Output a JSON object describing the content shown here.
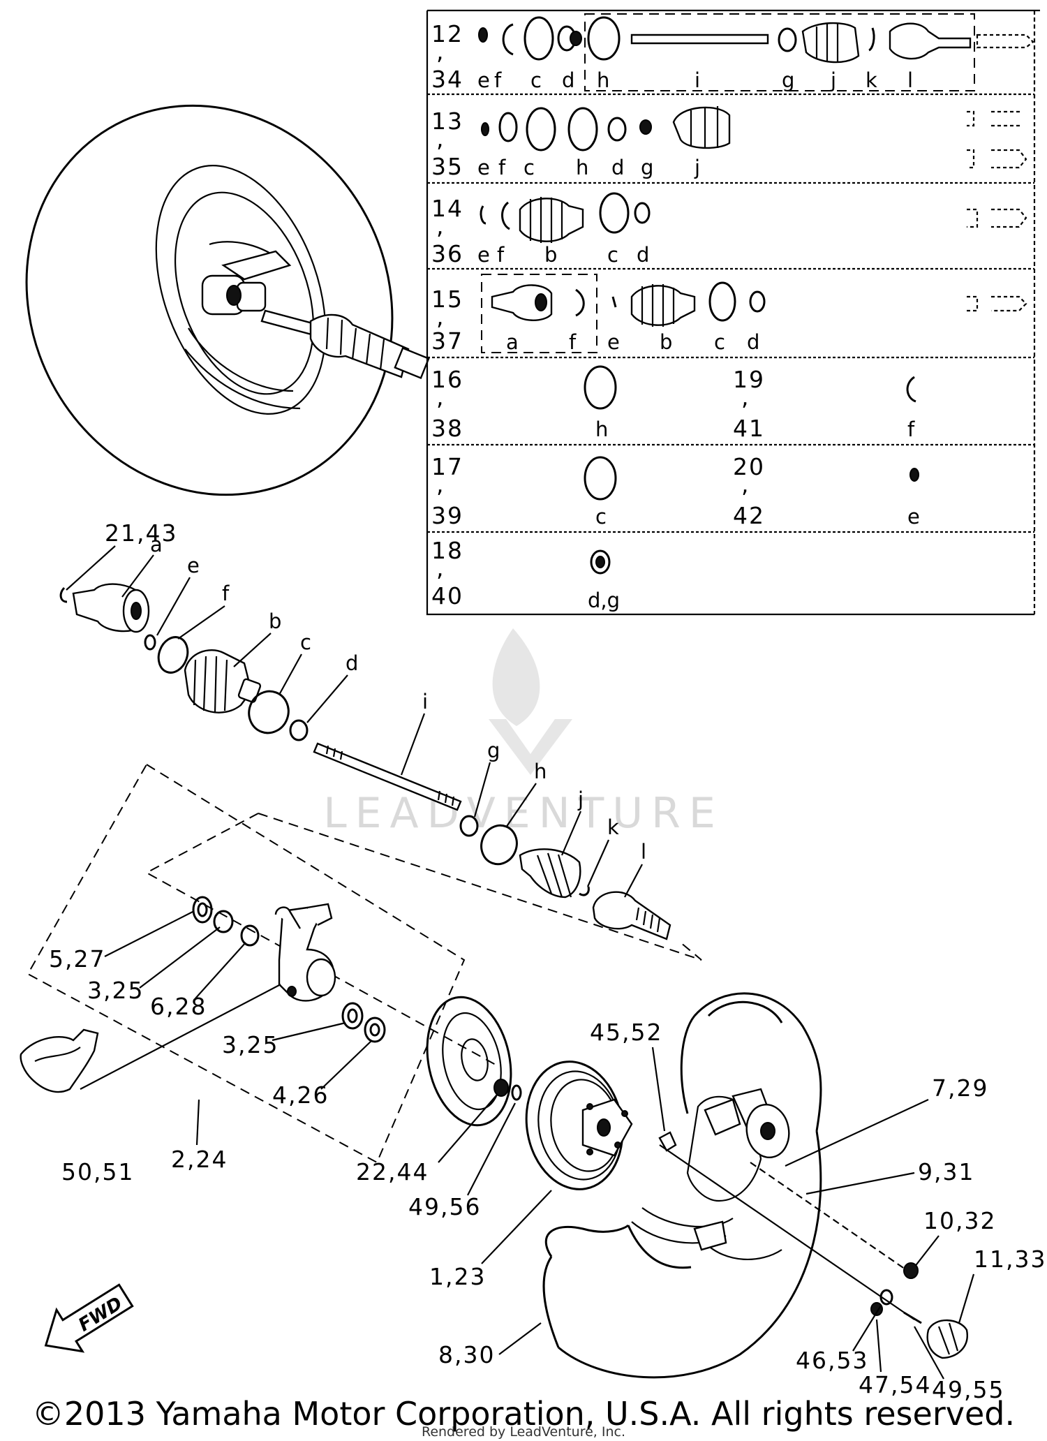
{
  "figure": {
    "watermark": "LEADVENTURE",
    "copyright": "©2013 Yamaha Motor Corporation, U.S.A. All rights reserved.",
    "render_credit": "Rendered by LeadVenture, Inc.",
    "direction_label": "FWD"
  },
  "callouts": [
    "21,43",
    "5,27",
    "3,25",
    "6,28",
    "3,25",
    "4,26",
    "50,51",
    "2,24",
    "22,44",
    "49,56",
    "45,52",
    "1,23",
    "7,29",
    "9,31",
    "10,32",
    "11,33",
    "8,30",
    "46,53",
    "47,54",
    "49,55"
  ],
  "shaft_letters": [
    "a",
    "e",
    "f",
    "b",
    "c",
    "d",
    "i",
    "g",
    "h",
    "j",
    "k",
    "l"
  ],
  "table": {
    "rows": [
      {
        "num_top": "12",
        "num_bottom": "34",
        "letters": [
          "e",
          "f",
          "c",
          "d",
          "h",
          "i",
          "g",
          "j",
          "k",
          "l"
        ]
      },
      {
        "num_top": "13",
        "num_bottom": "35",
        "letters": [
          "e",
          "f",
          "c",
          "h",
          "d",
          "g",
          "j"
        ]
      },
      {
        "num_top": "14",
        "num_bottom": "36",
        "letters": [
          "e",
          "f",
          "b",
          "c",
          "d"
        ]
      },
      {
        "num_top": "15",
        "num_bottom": "37",
        "letters": [
          "a",
          "f",
          "e",
          "b",
          "c",
          "d"
        ]
      },
      {
        "num_top": "16",
        "num_bottom": "38",
        "letters": [
          "h"
        ],
        "num_top_2": "19",
        "num_bottom_2": "41",
        "letters_2": [
          "f"
        ]
      },
      {
        "num_top": "17",
        "num_bottom": "39",
        "letters": [
          "c"
        ],
        "num_top_2": "20",
        "num_bottom_2": "42",
        "letters_2": [
          "e"
        ]
      },
      {
        "num_top": "18",
        "num_bottom": "40",
        "letters": [
          "d,g"
        ]
      }
    ]
  }
}
